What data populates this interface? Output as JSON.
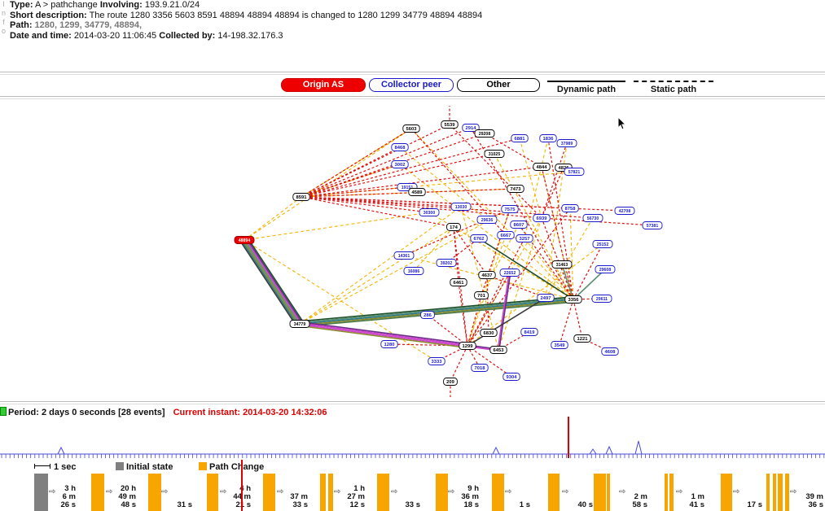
{
  "info": {
    "tab_letters": [
      "I",
      "n",
      "f",
      "o"
    ],
    "type_label": "Type:",
    "type_value": " A > pathchange ",
    "involving_label": "Involving:",
    "involving_value": " 193.9.21.0/24",
    "short_desc_label": "Short description:",
    "short_desc_value": " The route 1280 3356 5603 8591 48894 48894 48894 is changed to 1280 1299 34779 48894 48894",
    "path_label": "Path:",
    "path_value": " 1280, 1299, 34779, 48894,",
    "date_label": "Date and time:",
    "date_value": " 2014-03-20 11:06:45 ",
    "collected_label": "Collected by:",
    "collected_value": " 14-198.32.176.3"
  },
  "legend": {
    "origin": "Origin AS",
    "collector": "Collector peer",
    "other": "Other",
    "dynamic": "Dynamic path",
    "static": "Static path"
  },
  "colors": {
    "origin": "#ee0000",
    "collector": "#1a1acc",
    "event": "#f7a500",
    "initial": "#808080",
    "current": "#dd0000"
  },
  "graph": {
    "nodes": [
      {
        "id": "48894",
        "type": "origin"
      },
      {
        "id": "5603",
        "type": "other"
      },
      {
        "id": "5539",
        "type": "other"
      },
      {
        "id": "2914",
        "type": "collector"
      },
      {
        "id": "29208",
        "type": "other"
      },
      {
        "id": "6881",
        "type": "collector"
      },
      {
        "id": "1836",
        "type": "collector"
      },
      {
        "id": "37989",
        "type": "collector"
      },
      {
        "id": "8468",
        "type": "collector"
      },
      {
        "id": "31025",
        "type": "other"
      },
      {
        "id": "3002",
        "type": "collector"
      },
      {
        "id": "4844",
        "type": "other"
      },
      {
        "id": "4826",
        "type": "other"
      },
      {
        "id": "57821",
        "type": "collector"
      },
      {
        "id": "8591",
        "type": "other"
      },
      {
        "id": "19151",
        "type": "collector"
      },
      {
        "id": "4589",
        "type": "other"
      },
      {
        "id": "7473",
        "type": "other"
      },
      {
        "id": "13030",
        "type": "collector"
      },
      {
        "id": "7575",
        "type": "collector"
      },
      {
        "id": "8758",
        "type": "collector"
      },
      {
        "id": "42708",
        "type": "collector"
      },
      {
        "id": "30300",
        "type": "collector"
      },
      {
        "id": "29636",
        "type": "collector"
      },
      {
        "id": "6939",
        "type": "collector"
      },
      {
        "id": "56730",
        "type": "collector"
      },
      {
        "id": "57381",
        "type": "collector"
      },
      {
        "id": "174",
        "type": "other"
      },
      {
        "id": "8607",
        "type": "collector"
      },
      {
        "id": "6667",
        "type": "collector"
      },
      {
        "id": "6762",
        "type": "collector"
      },
      {
        "id": "3257",
        "type": "collector"
      },
      {
        "id": "25152",
        "type": "collector"
      },
      {
        "id": "14361",
        "type": "collector"
      },
      {
        "id": "39202",
        "type": "collector"
      },
      {
        "id": "31463",
        "type": "other"
      },
      {
        "id": "16086",
        "type": "collector"
      },
      {
        "id": "4637",
        "type": "other"
      },
      {
        "id": "22652",
        "type": "collector"
      },
      {
        "id": "29608",
        "type": "collector"
      },
      {
        "id": "6461",
        "type": "other"
      },
      {
        "id": "701",
        "type": "other"
      },
      {
        "id": "2497",
        "type": "collector"
      },
      {
        "id": "3356",
        "type": "other"
      },
      {
        "id": "29611",
        "type": "collector"
      },
      {
        "id": "286",
        "type": "collector"
      },
      {
        "id": "34779",
        "type": "other"
      },
      {
        "id": "6830",
        "type": "other"
      },
      {
        "id": "8419",
        "type": "collector"
      },
      {
        "id": "1221",
        "type": "other"
      },
      {
        "id": "1280",
        "type": "collector"
      },
      {
        "id": "1299",
        "type": "other"
      },
      {
        "id": "6453",
        "type": "other"
      },
      {
        "id": "3549",
        "type": "collector"
      },
      {
        "id": "4608",
        "type": "collector"
      },
      {
        "id": "3333",
        "type": "collector"
      },
      {
        "id": "7018",
        "type": "collector"
      },
      {
        "id": "9304",
        "type": "collector"
      },
      {
        "id": "209",
        "type": "other"
      }
    ]
  },
  "period": {
    "label": "Period: 2 days 0 seconds [28 events]",
    "current_instant": "Current instant: 2014-03-20 14:32:06"
  },
  "timeline_legend": {
    "scale": "1 sec",
    "initial_state": "Initial state",
    "path_change": "Path Change"
  },
  "events": [
    {
      "label": "3 h\n6 m\n26 s"
    },
    {
      "label": "20 h\n49 m\n48 s"
    },
    {
      "label": "31 s"
    },
    {
      "label": "4 h\n44 m\n21 s"
    },
    {
      "label": "37 m\n33 s"
    },
    {
      "label": "1 h\n27 m\n12 s"
    },
    {
      "label": "33 s"
    },
    {
      "label": "9 h\n36 m\n18 s"
    },
    {
      "label": "1 s"
    },
    {
      "label": "40 s"
    },
    {
      "label": "2 m\n58 s"
    },
    {
      "label": "1 m\n41 s"
    },
    {
      "label": "17 s"
    },
    {
      "label": "39 m\n36 s"
    }
  ]
}
